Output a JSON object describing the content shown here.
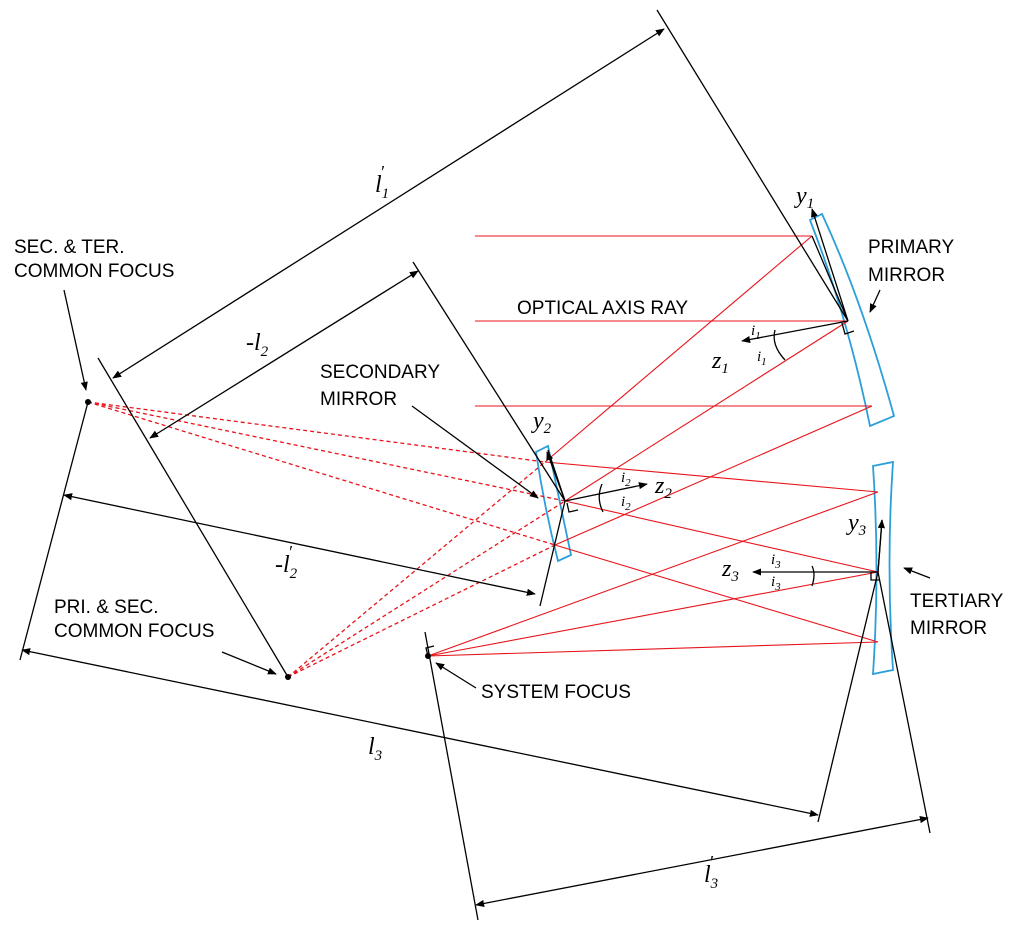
{
  "labels": {
    "sec_ter_focus": [
      "SEC. & TER.",
      "COMMON FOCUS"
    ],
    "pri_sec_focus": [
      "PRI. & SEC.",
      "COMMON FOCUS"
    ],
    "primary_mirror": [
      "PRIMARY",
      "MIRROR"
    ],
    "secondary_mirror": [
      "SECONDARY",
      "MIRROR"
    ],
    "tertiary_mirror": [
      "TERTIARY",
      "MIRROR"
    ],
    "optical_axis_ray": "OPTICAL AXIS RAY",
    "system_focus": "SYSTEM FOCUS"
  },
  "symbols": {
    "l1p": {
      "base": "l",
      "sub": "1",
      "prime": true
    },
    "l2": {
      "prefix": "-",
      "base": "l",
      "sub": "2",
      "prime": false
    },
    "l2p": {
      "prefix": "-",
      "base": "l",
      "sub": "2",
      "prime": true
    },
    "l3": {
      "base": "l",
      "sub": "3",
      "prime": false
    },
    "l3p": {
      "base": "l",
      "sub": "3",
      "prime": true
    },
    "y1": {
      "base": "y",
      "sub": "1"
    },
    "z1": {
      "base": "z",
      "sub": "1"
    },
    "i1a": {
      "base": "i",
      "sub": "1"
    },
    "i1b": {
      "base": "i",
      "sub": "1"
    },
    "y2": {
      "base": "y",
      "sub": "2"
    },
    "z2": {
      "base": "z",
      "sub": "2"
    },
    "i2a": {
      "base": "i",
      "sub": "2"
    },
    "i2b": {
      "base": "i",
      "sub": "2"
    },
    "y3": {
      "base": "y",
      "sub": "3"
    },
    "z3": {
      "base": "z",
      "sub": "3"
    },
    "i3a": {
      "base": "i",
      "sub": "3"
    },
    "i3b": {
      "base": "i",
      "sub": "3"
    }
  },
  "colors": {
    "rays": "#e8141b",
    "mirrors": "#2b9fd9",
    "lines": "#000000"
  }
}
